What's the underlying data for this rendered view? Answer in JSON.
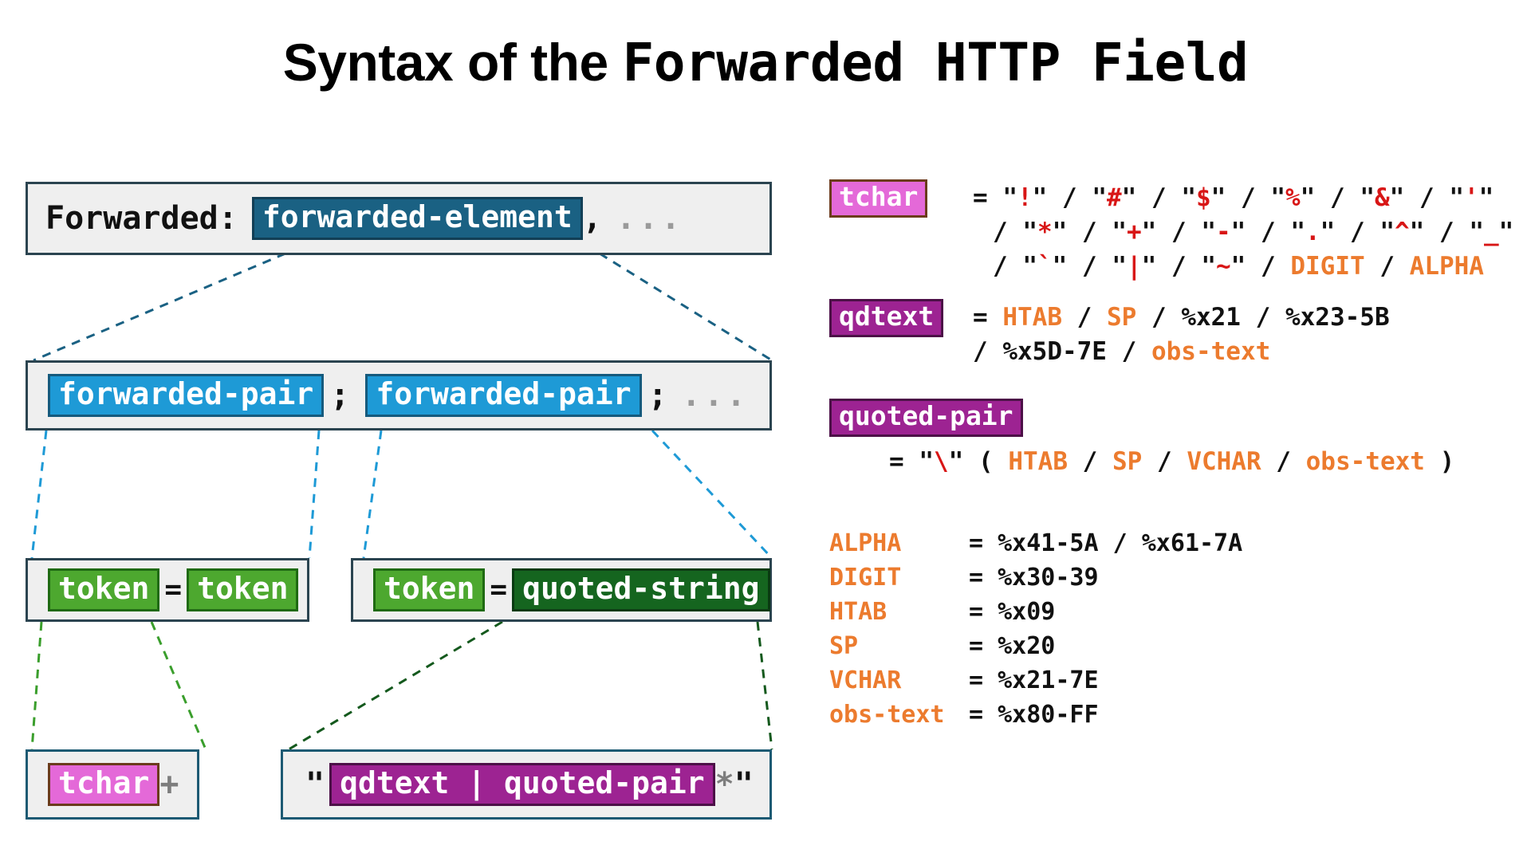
{
  "title": {
    "part_sans": "Syntax of the ",
    "part_mono": "Forwarded HTTP Field"
  },
  "colors": {
    "forwarded_element": "#1a6183",
    "forwarded_pair": "#1e9ad6",
    "token": "#4da82f",
    "quoted_string": "#15651f",
    "tchar": "#e469d8",
    "qdtext": "#9d2392",
    "panel_bg": "#efefef",
    "panel_border": "#2b4450",
    "literal_red": "#d81616",
    "nonterminal_orange": "#ec7b2e",
    "dots_gray": "#9a9a9a"
  },
  "diagram": {
    "row1": {
      "prefix": "Forwarded:",
      "element": "forwarded-element",
      "separator": ",",
      "ellipsis": "..."
    },
    "row2": {
      "pair1": "forwarded-pair",
      "sep1": ";",
      "pair2": "forwarded-pair",
      "sep2": ";",
      "ellipsis": "..."
    },
    "row3": {
      "left": {
        "name": "token",
        "equals": "=",
        "value": "token"
      },
      "right": {
        "name": "token",
        "equals": "=",
        "value": "quoted-string"
      }
    },
    "row4": {
      "left": {
        "token": "tchar",
        "repeat": "+"
      },
      "right": {
        "open_quote": "\"",
        "alt": "qdtext | quoted-pair",
        "star": "*",
        "close_quote": "\""
      }
    }
  },
  "rules": {
    "tchar": {
      "name": "tchar",
      "line1_eq": "= ",
      "line1_items": [
        "!",
        "#",
        "$",
        "%",
        "&",
        "'"
      ],
      "line2_items": [
        "*",
        "+",
        "-",
        ".",
        "^",
        "_"
      ],
      "line3_items": [
        "`",
        "|",
        "~"
      ],
      "line3_nonterminals": [
        "DIGIT",
        "ALPHA"
      ]
    },
    "qdtext": {
      "name": "qdtext",
      "line1": "= HTAB / SP / %x21 / %x23-5B",
      "line2": "/ %x5D-7E / obs-text",
      "line1_parts": [
        {
          "t": "= ",
          "c": "blk"
        },
        {
          "t": "HTAB",
          "c": "orange"
        },
        {
          "t": " / ",
          "c": "blk"
        },
        {
          "t": "SP",
          "c": "orange"
        },
        {
          "t": " / ",
          "c": "blk"
        },
        {
          "t": "%x21",
          "c": "blk"
        },
        {
          "t": " / ",
          "c": "blk"
        },
        {
          "t": "%x23-5B",
          "c": "blk"
        }
      ],
      "line2_parts": [
        {
          "t": "/ ",
          "c": "blk"
        },
        {
          "t": "%x5D-7E",
          "c": "blk"
        },
        {
          "t": " / ",
          "c": "blk"
        },
        {
          "t": "obs-text",
          "c": "orange"
        }
      ]
    },
    "quoted_pair": {
      "name": "quoted-pair",
      "line_parts": [
        {
          "t": "= \"",
          "c": "blk"
        },
        {
          "t": "\\",
          "c": "red"
        },
        {
          "t": "\" ( ",
          "c": "blk"
        },
        {
          "t": "HTAB",
          "c": "orange"
        },
        {
          "t": " / ",
          "c": "blk"
        },
        {
          "t": "SP",
          "c": "orange"
        },
        {
          "t": " / ",
          "c": "blk"
        },
        {
          "t": "VCHAR",
          "c": "orange"
        },
        {
          "t": " / ",
          "c": "blk"
        },
        {
          "t": "obs-text",
          "c": "orange"
        },
        {
          "t": " )",
          "c": "blk"
        }
      ]
    },
    "core_defs": [
      {
        "name": "ALPHA",
        "value": "= %x41-5A / %x61-7A"
      },
      {
        "name": "DIGIT",
        "value": "= %x30-39"
      },
      {
        "name": "HTAB",
        "value": "= %x09"
      },
      {
        "name": "SP",
        "value": "= %x20"
      },
      {
        "name": "VCHAR",
        "value": "= %x21-7E"
      },
      {
        "name": "obs-text",
        "value": "= %x80-FF"
      }
    ]
  }
}
